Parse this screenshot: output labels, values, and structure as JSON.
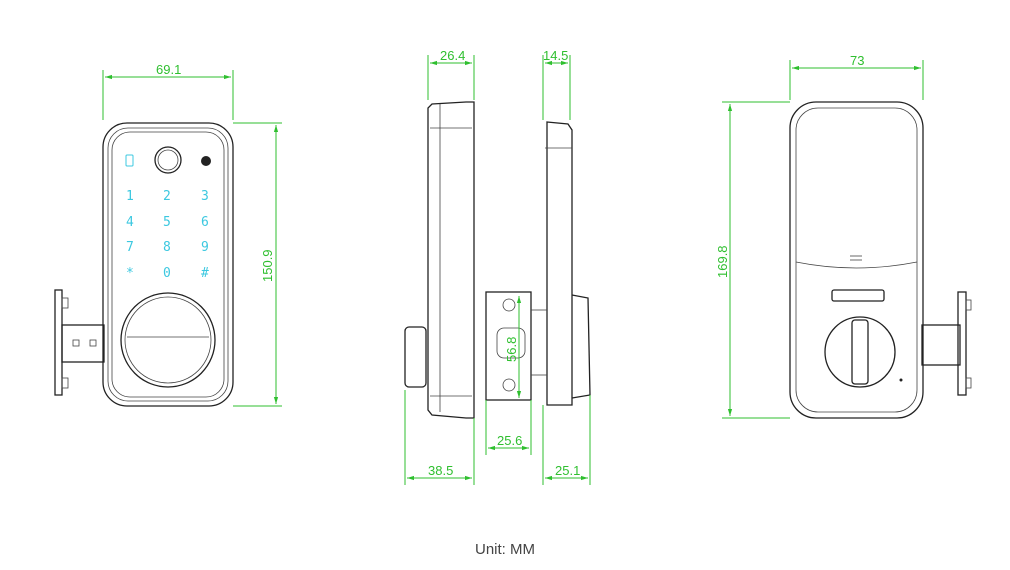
{
  "front_view": {
    "width_label": "69.1",
    "height_label": "150.9",
    "keypad": [
      "1",
      "2",
      "3",
      "4",
      "5",
      "6",
      "7",
      "8",
      "9",
      "*",
      "0",
      "#"
    ]
  },
  "side_view": {
    "front_depth_label": "26.4",
    "back_depth_label": "14.5",
    "backset_label": "56.8",
    "latch_width_label": "25.6",
    "front_total_label": "38.5",
    "back_total_label": "25.1"
  },
  "back_view": {
    "width_label": "73",
    "height_label": "169.8"
  },
  "caption": "Unit: MM",
  "colors": {
    "dimension": "#2fbf2f",
    "keypad": "#3cc8e0"
  }
}
